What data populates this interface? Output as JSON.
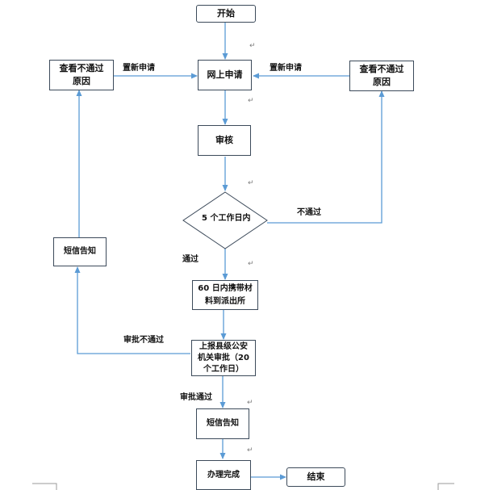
{
  "nodes": {
    "start": "开始",
    "online_apply": "网上申请",
    "review": "审核",
    "decision": "5 个工作日内",
    "left_reason": "查看不通过\n原因",
    "right_reason": "查看不通过\n原因",
    "left_sms": "短信告知",
    "bring_materials": "60 日内携带材\n料到派出所",
    "county_review": "上报县级公安\n机关审批（20\n个工作日）",
    "sms_notice": "短信告知",
    "done": "办理完成",
    "end": "结束"
  },
  "edges": {
    "reapply_left": "置新申请",
    "reapply_right": "置新申请",
    "not_pass": "不通过",
    "pass": "通过",
    "approval_fail": "审批不通过",
    "approval_pass": "审批通过"
  },
  "colors": {
    "arrow": "#5b9bd5",
    "box_border": "#3c4a5a"
  }
}
